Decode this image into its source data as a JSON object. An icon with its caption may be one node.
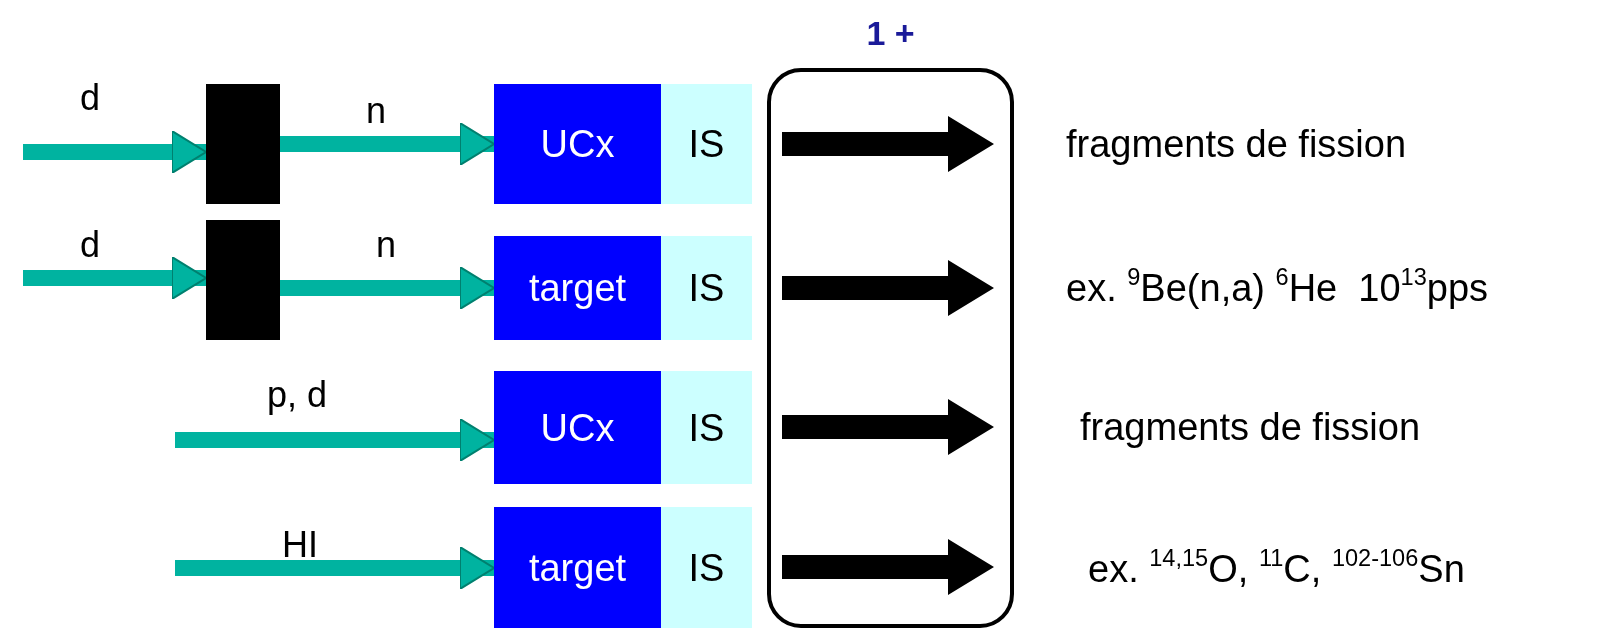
{
  "diagram": {
    "nodes": [
      {
        "text": [],
        "shape": "box"
      },
      {
        "text": [
          "UCx"
        ]
      },
      {
        "text": [
          "IS"
        ]
      },
      {
        "text": [],
        "shape": "box"
      },
      {
        "text": [
          "target"
        ]
      },
      {
        "text": [
          "IS"
        ]
      },
      {
        "text": [
          "UCx"
        ]
      },
      {
        "text": [
          "IS"
        ]
      },
      {
        "text": [
          "target"
        ]
      },
      {
        "text": [
          "IS"
        ]
      },
      {
        "text": [
          "1 +"
        ]
      },
      {
        "text": [
          "fragments de fission"
        ]
      },
      {
        "text": [
          "ex. $^{9}$Be(n,a) $^{6}$He  10$^{13}$pps"
        ]
      },
      {
        "text": [
          "fragments de fission"
        ]
      },
      {
        "text": [
          "ex. $^{14,15}$O, $^{11}$C, $^{102-106}$Sn"
        ]
      }
    ],
    "edges": [
      {
        "from": null,
        "to": 0,
        "arrow": "to",
        "label": "d"
      },
      {
        "from": 0,
        "to": 1,
        "arrow": "to",
        "label": "n"
      },
      {
        "from": null,
        "to": 3,
        "arrow": "to",
        "label": "d"
      },
      {
        "from": 3,
        "to": 4,
        "arrow": "to",
        "label": "n"
      },
      {
        "from": null,
        "to": 6,
        "arrow": "to",
        "label": "p, d"
      },
      {
        "from": null,
        "to": 8,
        "arrow": "to",
        "label": "HI"
      }
    ]
  }
}
